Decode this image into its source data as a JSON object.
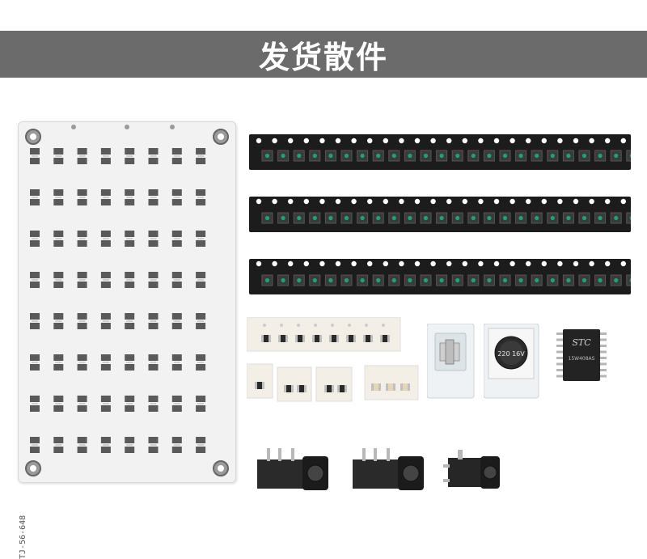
{
  "banner": {
    "title": "发货散件"
  },
  "pcb": {
    "silkscreen": "TJ-56-648",
    "color": "#f2f2f2"
  },
  "colors": {
    "banner_bg": "#6b6b6b",
    "tape": "#1c1c1c",
    "led_lens": "#1aa37a",
    "pcb_pad": "#5a5a5a"
  },
  "ic": {
    "marking_line1": "STC",
    "marking_line2": "15W408AS"
  },
  "capacitor": {
    "marking": "220 16V"
  }
}
